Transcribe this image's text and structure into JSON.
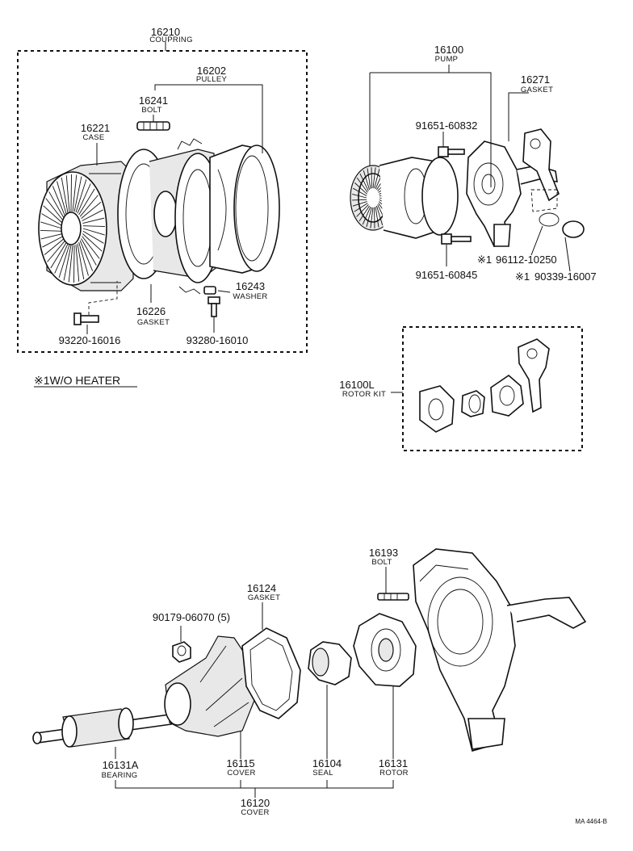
{
  "note": {
    "heater": "※1W/O HEATER"
  },
  "watermark": "MA 4464-B",
  "parts": {
    "coupling": {
      "num": "16210",
      "label": "COUPRING"
    },
    "pulley": {
      "num": "16202",
      "label": "PULLEY"
    },
    "bolt_a": {
      "num": "16241",
      "label": "BOLT"
    },
    "case": {
      "num": "16221",
      "label": "CASE"
    },
    "washer": {
      "num": "16243",
      "label": "WASHER"
    },
    "gasket_a": {
      "num": "16226",
      "label": "GASKET"
    },
    "screw_a": {
      "num": "93220-16016"
    },
    "screw_b": {
      "num": "93280-16010"
    },
    "pump": {
      "num": "16100",
      "label": "PUMP"
    },
    "gasket_b": {
      "num": "16271",
      "label": "GASKET"
    },
    "bolt_b": {
      "num": "91651-60832"
    },
    "bolt_c": {
      "num": "91651-60845"
    },
    "hose_clamp": {
      "prefix": "※1",
      "num": "96112-10250"
    },
    "plug": {
      "prefix": "※1",
      "num": "90339-16007"
    },
    "rotor_kit": {
      "num": "16100L",
      "label": "ROTOR KIT"
    },
    "bolt_d": {
      "num": "16193",
      "label": "BOLT"
    },
    "gasket_c": {
      "num": "16124",
      "label": "GASKET"
    },
    "nut": {
      "num": "90179-06070 (5)"
    },
    "bearing": {
      "num": "16131A",
      "label": "BEARING"
    },
    "cover_a": {
      "num": "16115",
      "label": "COVER"
    },
    "seal": {
      "num": "16104",
      "label": "SEAL"
    },
    "rotor": {
      "num": "16131",
      "label": "ROTOR"
    },
    "cover_b": {
      "num": "16120",
      "label": "COVER"
    }
  }
}
